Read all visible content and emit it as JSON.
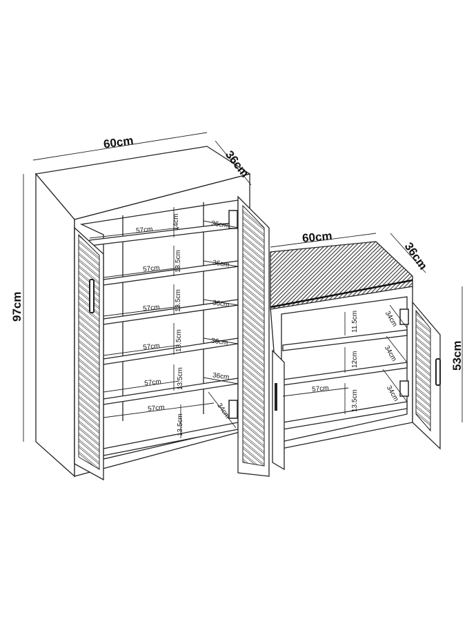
{
  "tall_cabinet": {
    "width": "60cm",
    "depth": "36cm",
    "height": "97cm",
    "shelves": [
      {
        "width": "57cm",
        "height": "14cm",
        "depth": "36cm"
      },
      {
        "width": "57cm",
        "height": "13.5cm",
        "depth": "36cm"
      },
      {
        "width": "57cm",
        "height": "13.5cm",
        "depth": "36cm"
      },
      {
        "width": "57cm",
        "height": "13.5cm",
        "depth": "36cm"
      },
      {
        "width": "57cm",
        "height": "13.5cm",
        "depth": "36cm"
      },
      {
        "width": "57cm",
        "height": "13.5cm",
        "depth": "34cm"
      }
    ]
  },
  "bench": {
    "width": "60cm",
    "depth": "36cm",
    "height": "53cm",
    "shelves": [
      {
        "height": "11.5cm",
        "depth": "34cm"
      },
      {
        "height": "12cm",
        "depth": "34cm"
      },
      {
        "height": "13.5cm",
        "depth": "34cm",
        "width": "57cm"
      }
    ]
  }
}
